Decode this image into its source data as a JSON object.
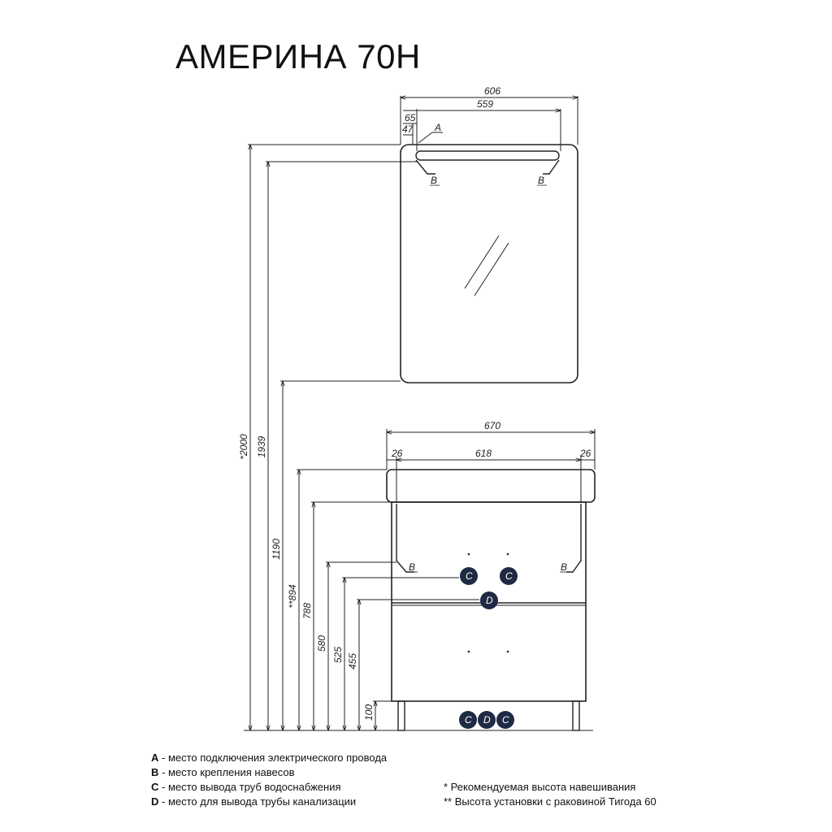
{
  "title": "АМЕРИНА 70Н",
  "dimensions": {
    "mirror_width": "606",
    "mirror_inner_width": "559",
    "offset_65": "65",
    "offset_47": "47",
    "cabinet_width": "670",
    "cabinet_inner_width": "618",
    "cabinet_side_left": "26",
    "cabinet_side_right": "26",
    "height_2000": "*2000",
    "height_1939": "1939",
    "height_1190": "1190",
    "height_894": "**894",
    "height_788": "788",
    "height_580": "580",
    "height_525": "525",
    "height_455": "455",
    "height_100": "100"
  },
  "markers": {
    "a": "A",
    "b": "B",
    "c": "C",
    "d": "D"
  },
  "legend": [
    {
      "key": "A",
      "text": " - место подключения электрического провода"
    },
    {
      "key": "B",
      "text": " - место крепления навесов"
    },
    {
      "key": "C",
      "text": " - место вывода труб водоснабжения"
    },
    {
      "key": "D",
      "text": " - место для вывода трубы канализации"
    }
  ],
  "notes": [
    "* Рекомендуемая высота навешивания",
    "** Высота установки с раковиной Тигода 60"
  ],
  "colors": {
    "line": "#222222",
    "marker_fill": "#1f2a44"
  }
}
